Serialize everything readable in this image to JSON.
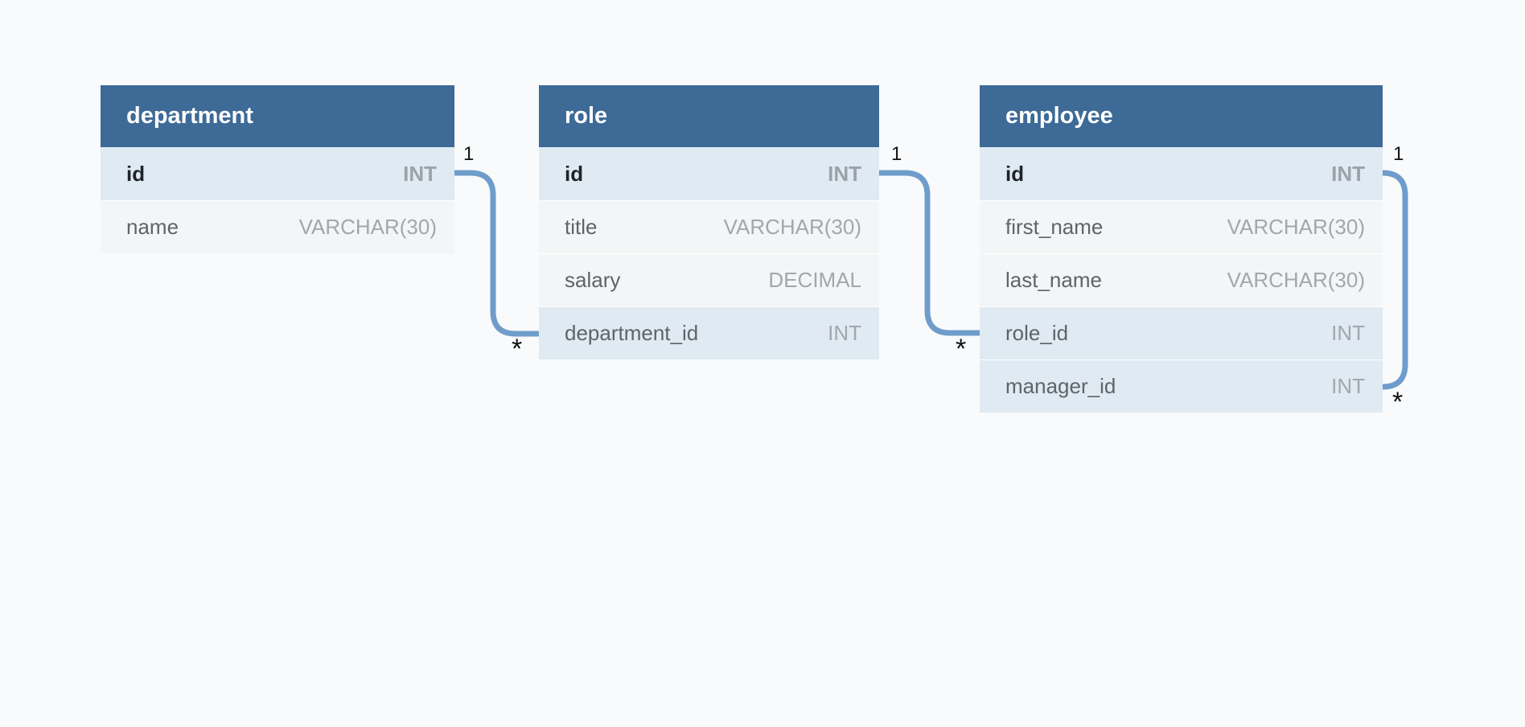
{
  "diagram": {
    "type": "entity-relationship",
    "colors": {
      "page_bg": "#f9fafb",
      "header_bg": "#3d6a96",
      "header_text": "#ffffff",
      "key_row_bg": "#dfeaf2",
      "row_bg": "#f4f5f6",
      "pk_name_text": "#1f2329",
      "name_text": "#5f6469",
      "type_text": "#a2a7ad",
      "pk_type_text": "#9ba2a9",
      "connector_line": "#6f9dcb",
      "cardinality_text": "#111111"
    }
  },
  "tables": [
    {
      "name": "department",
      "columns": [
        {
          "name": "id",
          "type": "INT",
          "key": true
        },
        {
          "name": "name",
          "type": "VARCHAR(30)",
          "key": false
        }
      ]
    },
    {
      "name": "role",
      "columns": [
        {
          "name": "id",
          "type": "INT",
          "key": true
        },
        {
          "name": "title",
          "type": "VARCHAR(30)",
          "key": false
        },
        {
          "name": "salary",
          "type": "DECIMAL",
          "key": false
        },
        {
          "name": "department_id",
          "type": "INT",
          "key": true
        }
      ]
    },
    {
      "name": "employee",
      "columns": [
        {
          "name": "id",
          "type": "INT",
          "key": true
        },
        {
          "name": "first_name",
          "type": "VARCHAR(30)",
          "key": false
        },
        {
          "name": "last_name",
          "type": "VARCHAR(30)",
          "key": false
        },
        {
          "name": "role_id",
          "type": "INT",
          "key": true
        },
        {
          "name": "manager_id",
          "type": "INT",
          "key": true
        }
      ]
    }
  ],
  "connectors": [
    {
      "from": "department.id",
      "to": "role.department_id",
      "start_label": "1",
      "end_label": "*"
    },
    {
      "from": "role.id",
      "to": "employee.role_id",
      "start_label": "1",
      "end_label": "*"
    },
    {
      "from": "employee.id",
      "to": "employee.manager_id",
      "start_label": "1",
      "end_label": "*"
    }
  ]
}
